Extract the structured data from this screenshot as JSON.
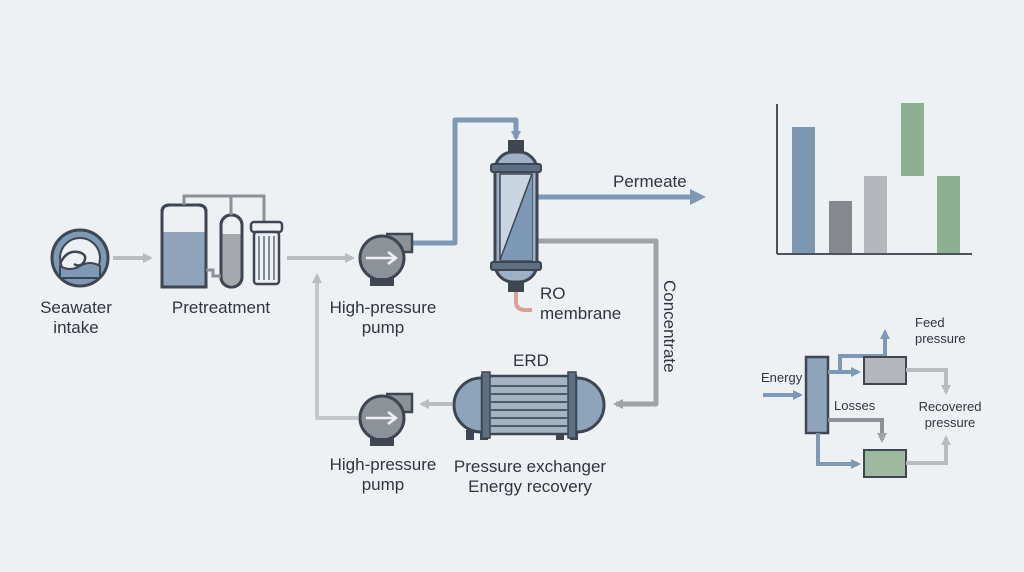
{
  "labels": {
    "seawater_intake": [
      "Seawater",
      "intake"
    ],
    "pretreatment": "Pretreatment",
    "hp_pump_top": [
      "High-pressure",
      "pump"
    ],
    "ro_membrane": [
      "RO",
      "membrane"
    ],
    "permeate": "Permeate",
    "concentrate": "Concentrate",
    "erd": "ERD",
    "erd_desc": [
      "Pressure exchanger",
      "Energy recovery"
    ],
    "hp_pump_bottom": [
      "High-pressure",
      "pump"
    ]
  },
  "mini_diagram": {
    "energy": "Energy",
    "losses": "Losses",
    "feed_pressure": [
      "Feed",
      "pressure"
    ],
    "recovered_pressure": [
      "Recovered",
      "pressure"
    ]
  },
  "colors": {
    "background": "#eef1f4",
    "blue_pipe": "#7e99b5",
    "gray_pipe": "#9ea3a8",
    "light_pipe": "#c4c8cc",
    "dark_outline": "#3d4651",
    "bar_blue": "#7d97b3",
    "bar_dark_gray": "#85888c",
    "bar_light_gray": "#b4b8bc",
    "bar_green": "#8db091"
  },
  "icons": [
    "wave-icon",
    "tank-icon",
    "cartridge-filter-icon",
    "pump-icon",
    "membrane-vessel-icon",
    "heat-exchanger-icon",
    "bar-chart-icon"
  ]
}
